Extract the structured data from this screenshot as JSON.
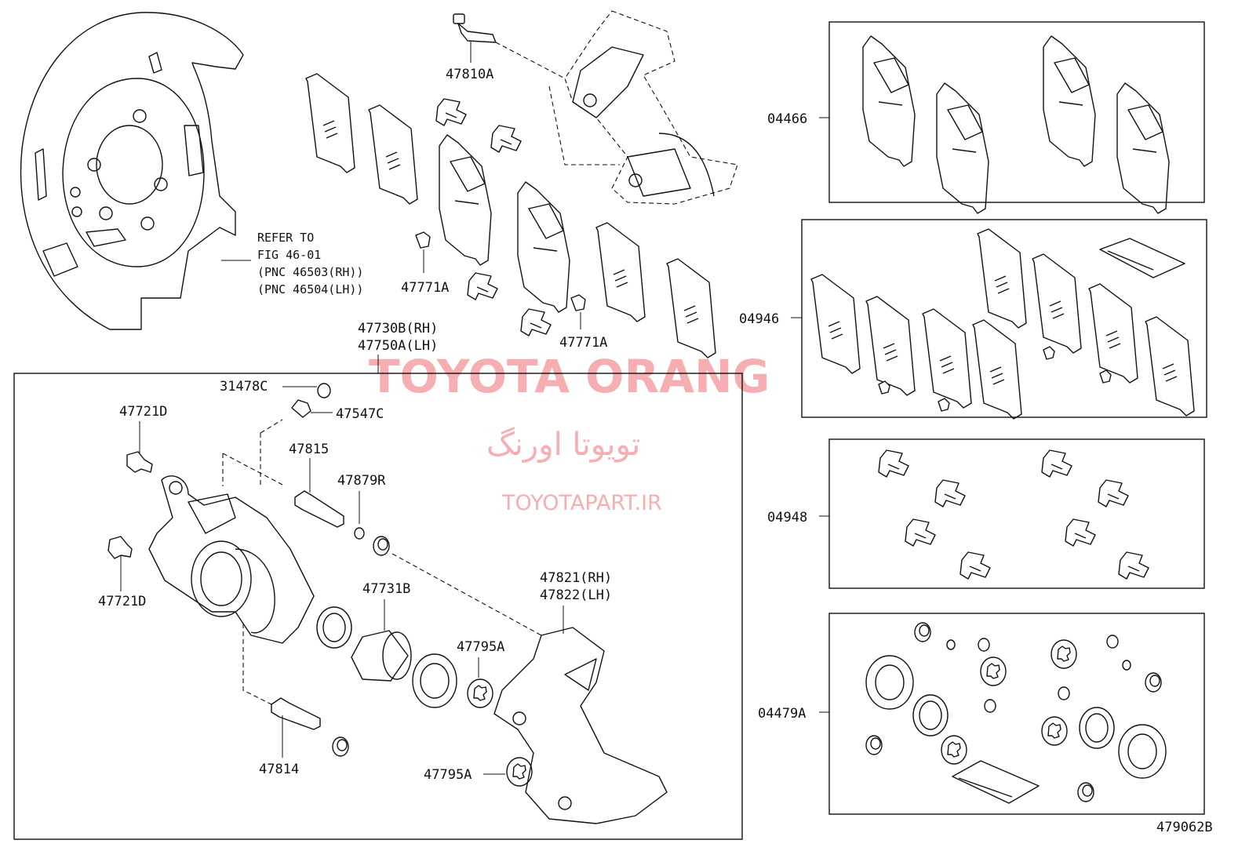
{
  "labels": {
    "p47810A": "47810A",
    "p47771A_1": "47771A",
    "p47771A_2": "47771A",
    "p47730B": "47730B(RH)",
    "p47750A": "47750A(LH)",
    "p31478C": "31478C",
    "p47547C": "47547C",
    "p47721D_1": "47721D",
    "p47721D_2": "47721D",
    "p47815": "47815",
    "p47879R": "47879R",
    "p47731B": "47731B",
    "p47821": "47821(RH)",
    "p47822": "47822(LH)",
    "p47795A_1": "47795A",
    "p47795A_2": "47795A",
    "p47814": "47814",
    "k04466": "04466",
    "k04946": "04946",
    "k04948": "04948",
    "k04479A": "04479A",
    "figure_no": "479062B"
  },
  "refer_note": {
    "line1": "REFER TO",
    "line2": "FIG 46-01",
    "line3": "(PNC 46503(RH))",
    "line4": "(PNC 46504(LH))"
  },
  "watermark": {
    "brand": "TOYOTA ORANG",
    "persian": "تویوتا اورنگ",
    "site": "TOYOTAPART.IR"
  },
  "colors": {
    "line": "#111111",
    "watermark": "#f4a0a5"
  }
}
